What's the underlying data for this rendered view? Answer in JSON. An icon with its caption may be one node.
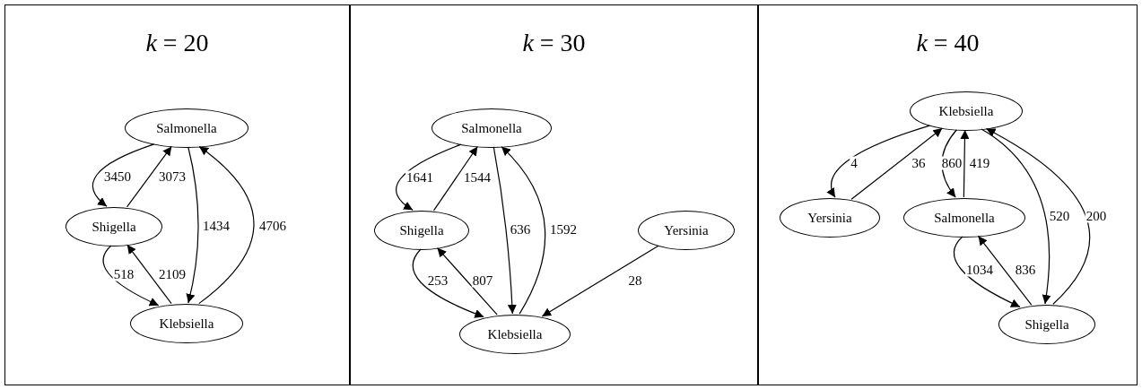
{
  "diagram": {
    "nodes": [
      {
        "text": [
          "*k* = 20"
        ]
      },
      {
        "text": [
          "Salmonella"
        ],
        "in": 0
      },
      {
        "text": [
          "Shigella"
        ],
        "in": 0
      },
      {
        "text": [
          "Klebsiella"
        ],
        "in": 0
      },
      {
        "text": [
          "*k* = 30"
        ]
      },
      {
        "text": [
          "Salmonella"
        ],
        "in": 4
      },
      {
        "text": [
          "Shigella"
        ],
        "in": 4
      },
      {
        "text": [
          "Yersinia"
        ],
        "in": 4
      },
      {
        "text": [
          "Klebsiella"
        ],
        "in": 4
      },
      {
        "text": [
          "*k* = 40"
        ]
      },
      {
        "text": [
          "Klebsiella"
        ],
        "in": 9
      },
      {
        "text": [
          "Yersinia"
        ],
        "in": 9
      },
      {
        "text": [
          "Salmonella"
        ],
        "in": 9
      },
      {
        "text": [
          "Shigella"
        ],
        "in": 9
      }
    ],
    "edges": [
      {
        "from": 1,
        "to": 2,
        "arrow": "to",
        "label": "3450"
      },
      {
        "from": 2,
        "to": 1,
        "arrow": "to",
        "label": "3073"
      },
      {
        "from": 1,
        "to": 3,
        "arrow": "to",
        "label": "1434"
      },
      {
        "from": 3,
        "to": 1,
        "arrow": "to",
        "label": "4706"
      },
      {
        "from": 2,
        "to": 3,
        "arrow": "to",
        "label": "518"
      },
      {
        "from": 3,
        "to": 2,
        "arrow": "to",
        "label": "2109"
      },
      {
        "from": 5,
        "to": 6,
        "arrow": "to",
        "label": "1641"
      },
      {
        "from": 6,
        "to": 5,
        "arrow": "to",
        "label": "1544"
      },
      {
        "from": 5,
        "to": 8,
        "arrow": "to",
        "label": "636"
      },
      {
        "from": 8,
        "to": 5,
        "arrow": "to",
        "label": "1592"
      },
      {
        "from": 6,
        "to": 8,
        "arrow": "to",
        "label": "253"
      },
      {
        "from": 8,
        "to": 6,
        "arrow": "to",
        "label": "807"
      },
      {
        "from": 7,
        "to": 8,
        "arrow": "to",
        "label": "28"
      },
      {
        "from": 10,
        "to": 11,
        "arrow": "to",
        "label": "4"
      },
      {
        "from": 11,
        "to": 10,
        "arrow": "to",
        "label": "36"
      },
      {
        "from": 10,
        "to": 12,
        "arrow": "to",
        "label": "860"
      },
      {
        "from": 12,
        "to": 10,
        "arrow": "to",
        "label": "419"
      },
      {
        "from": 10,
        "to": 13,
        "arrow": "to",
        "label": "520"
      },
      {
        "from": 13,
        "to": 10,
        "arrow": "to",
        "label": "200"
      },
      {
        "from": 12,
        "to": 13,
        "arrow": "to",
        "label": "1034"
      },
      {
        "from": 13,
        "to": 12,
        "arrow": "to",
        "label": "836"
      }
    ]
  }
}
